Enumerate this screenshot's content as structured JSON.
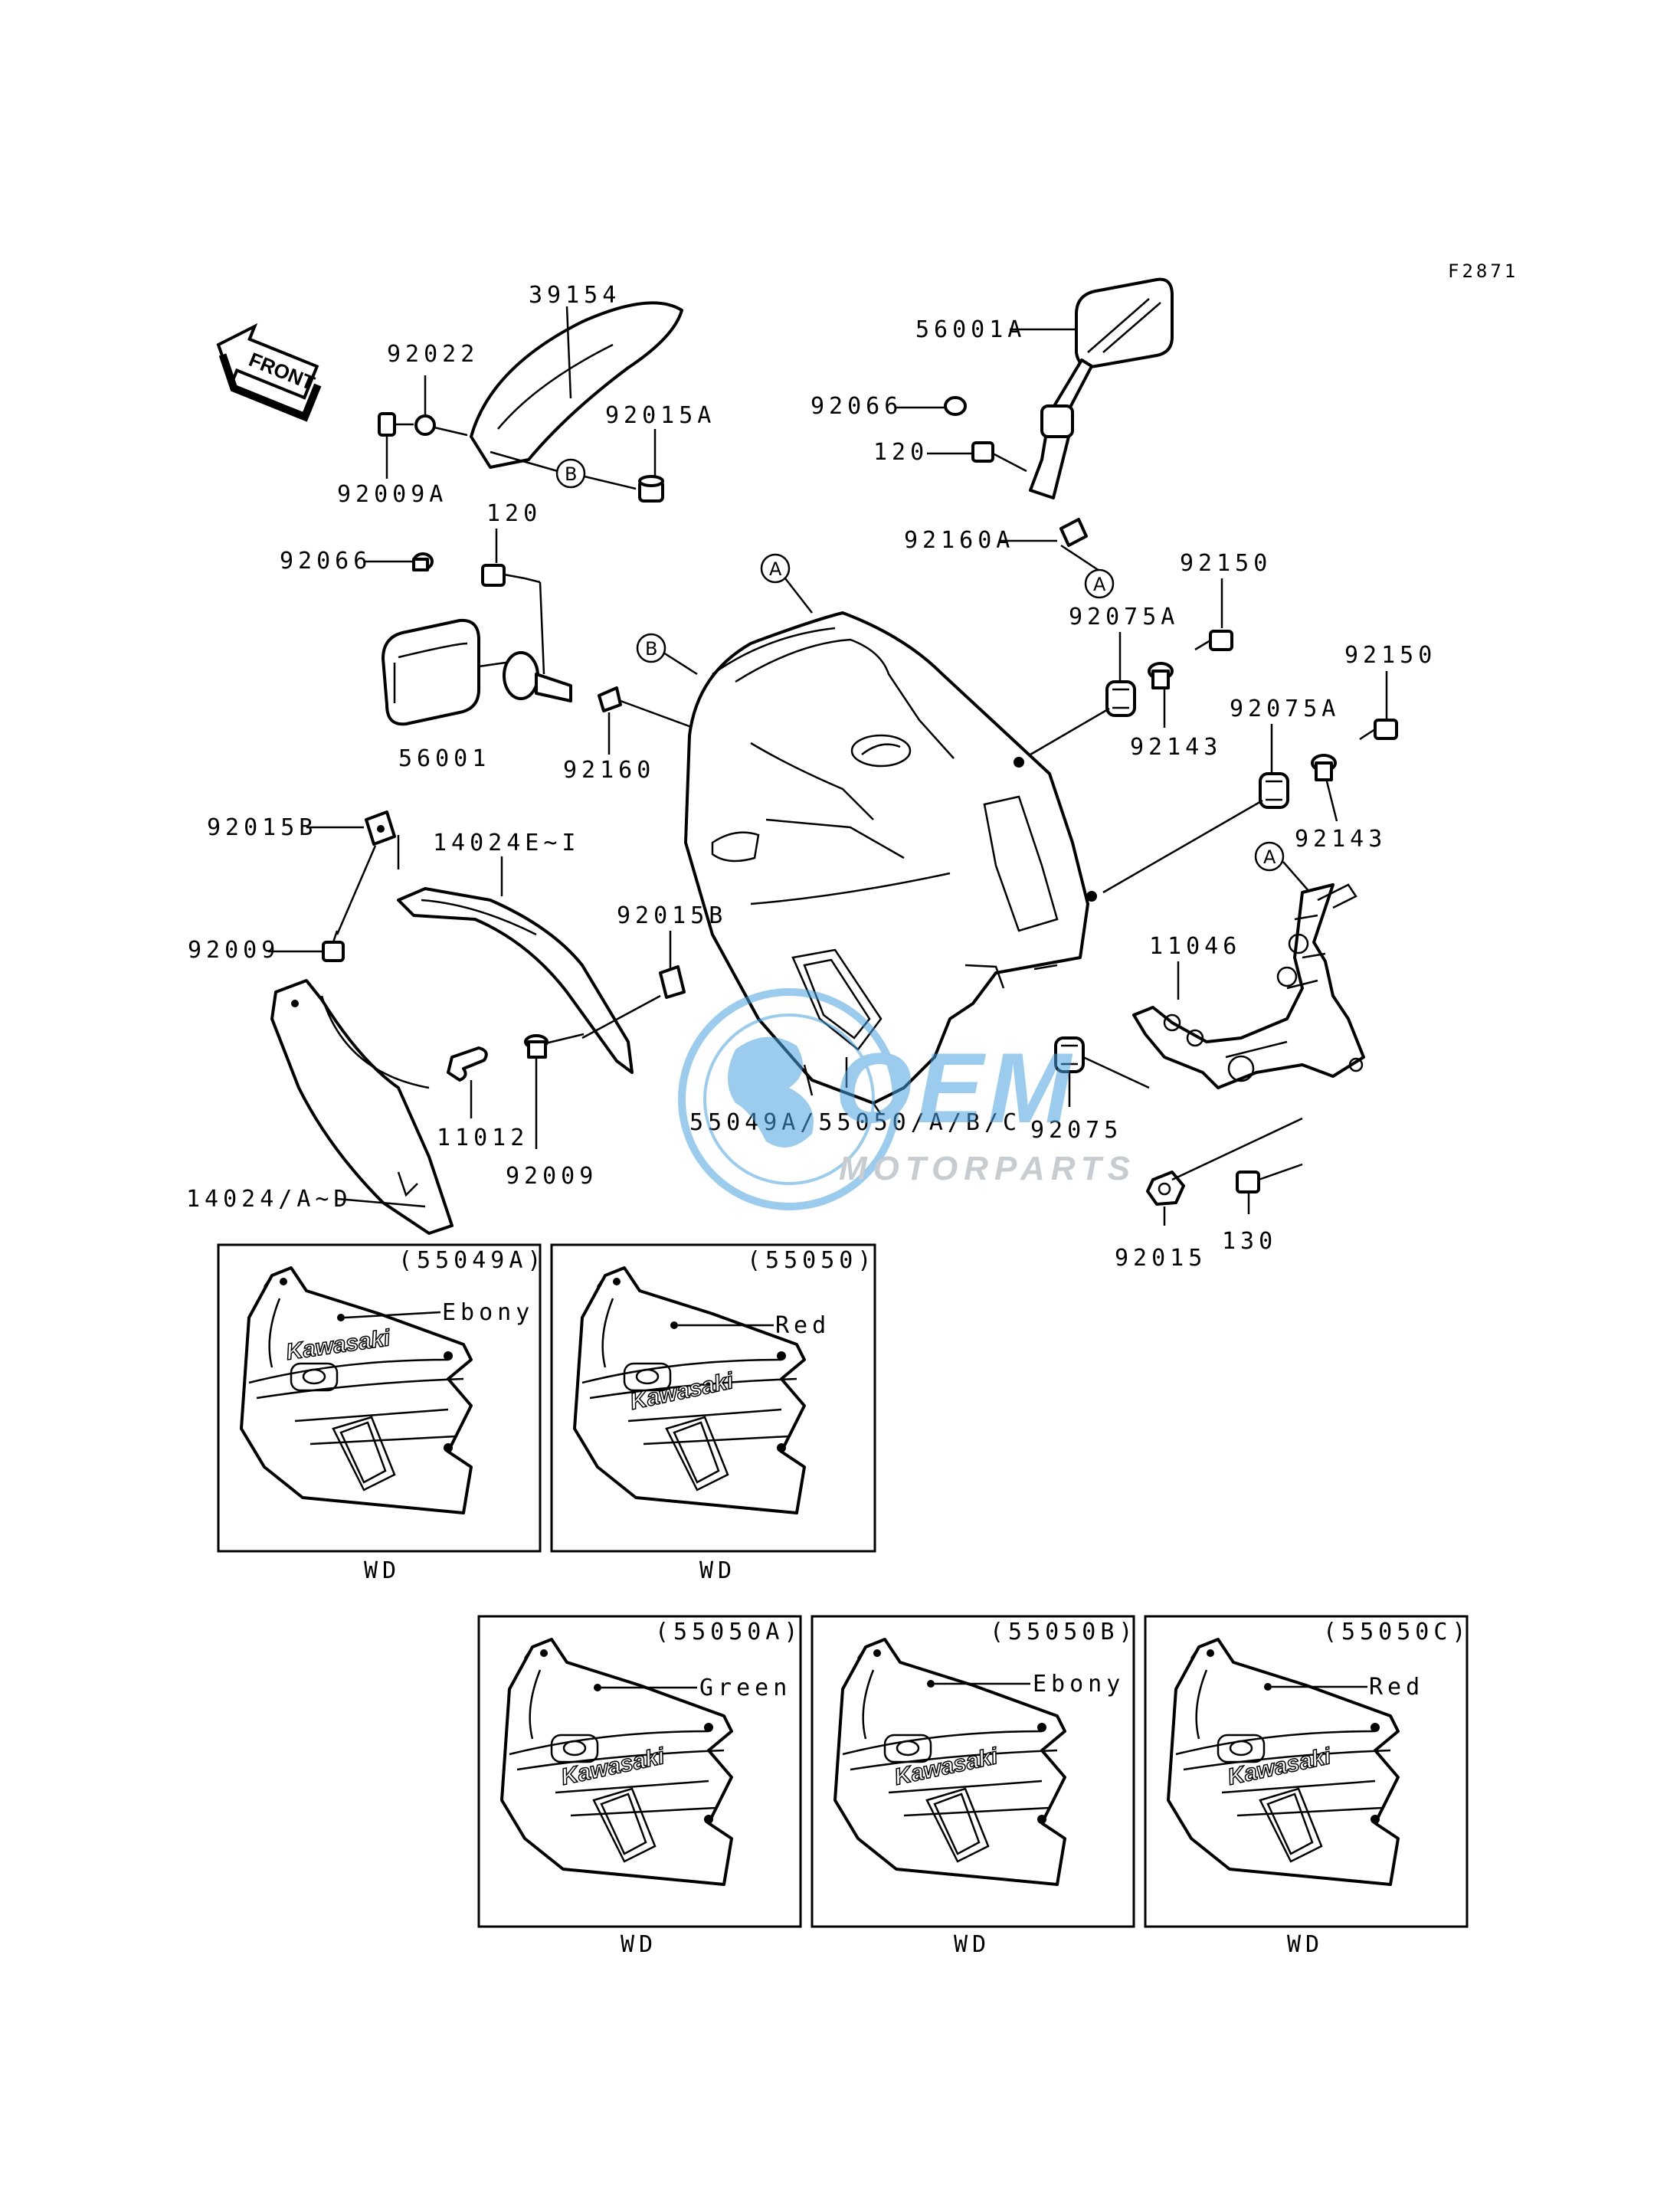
{
  "figure_code": "F2871",
  "front_label": "FRONT",
  "callouts": {
    "a": "A",
    "b": "B"
  },
  "parts": {
    "p39154": "39154",
    "p92022": "92022",
    "p92015A": "92015A",
    "p92009A": "92009A",
    "p120_left": "120",
    "p92066_left": "92066",
    "p56001": "56001",
    "p92160": "92160",
    "p56001A": "56001A",
    "p92066_right": "92066",
    "p120_right": "120",
    "p92160A": "92160A",
    "p92150_a": "92150",
    "p92075A_a": "92075A",
    "p92143_a": "92143",
    "p92150_b": "92150",
    "p92075A_b": "92075A",
    "p92143_b": "92143",
    "p92015B_a": "92015B",
    "p14024E": "14024E~I",
    "p92009_a": "92009",
    "p92015B_b": "92015B",
    "p11012": "11012",
    "p92009_b": "92009",
    "p14024": "14024/A~D",
    "p55049A": "55049A/55050/A/B/C",
    "p11046": "11046",
    "p92075": "92075",
    "p92015": "92015",
    "p130": "130"
  },
  "variants": [
    {
      "code": "(55049A)",
      "color": "Ebony",
      "market": "WD",
      "brand": "Kawasaki"
    },
    {
      "code": "(55050)",
      "color": "Red",
      "market": "WD",
      "brand": "Kawasaki"
    },
    {
      "code": "(55050A)",
      "color": "Green",
      "market": "WD",
      "brand": "Kawasaki"
    },
    {
      "code": "(55050B)",
      "color": "Ebony",
      "market": "WD",
      "brand": "Kawasaki"
    },
    {
      "code": "(55050C)",
      "color": "Red",
      "market": "WD",
      "brand": "Kawasaki"
    }
  ],
  "watermark": {
    "main": "OEM",
    "sub": "MOTORPARTS",
    "color": "#4aa3df"
  }
}
